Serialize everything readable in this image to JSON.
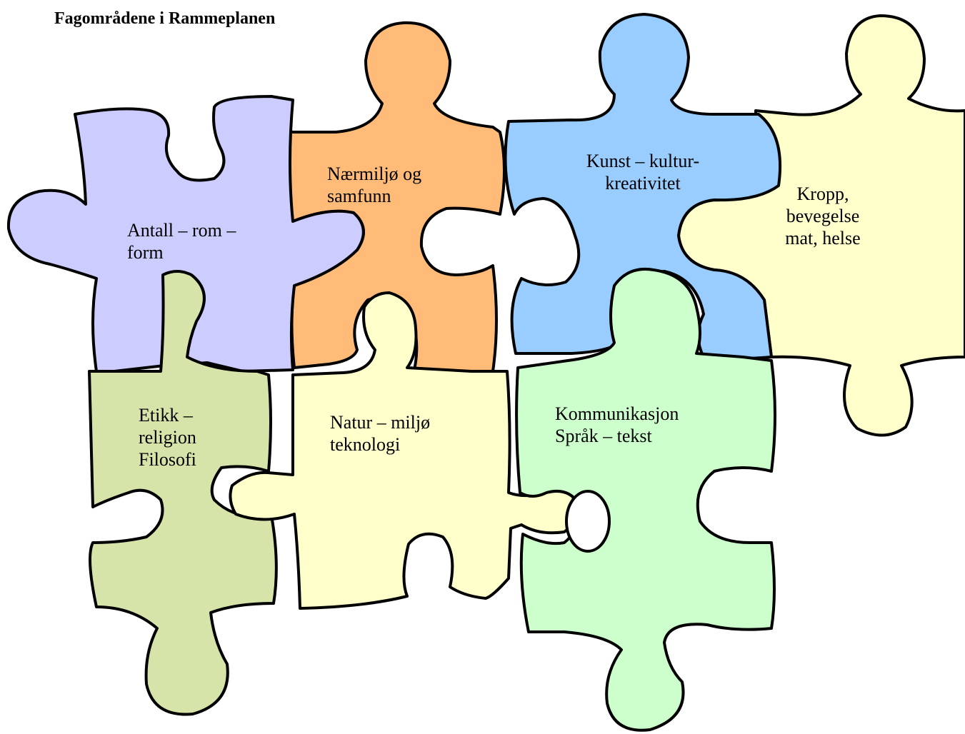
{
  "title": "Fagområdene i Rammeplanen",
  "colors": {
    "antall": "#ccccff",
    "naermiljo": "#ffbb77",
    "kunst": "#99ccff",
    "kropp": "#ffffcc",
    "etikk": "#d6e4aa",
    "natur": "#ffffcc",
    "kommunikasjon": "#ccffcc",
    "outline": "#000000"
  },
  "pieces": {
    "antall": {
      "lines": [
        "Antall – rom –",
        "form"
      ]
    },
    "naermiljo": {
      "lines": [
        "Nærmiljø og",
        "samfunn"
      ]
    },
    "kunst": {
      "lines": [
        "Kunst – kultur-",
        "kreativitet"
      ]
    },
    "kropp": {
      "lines": [
        "Kropp,",
        "bevegelse",
        "mat, helse"
      ]
    },
    "etikk": {
      "lines": [
        "Etikk –",
        "religion",
        "Filosofi"
      ]
    },
    "natur": {
      "lines": [
        "Natur – miljø",
        "teknologi"
      ]
    },
    "kommunikasjon": {
      "lines": [
        "Kommunikasjon",
        "Språk – tekst"
      ]
    }
  }
}
